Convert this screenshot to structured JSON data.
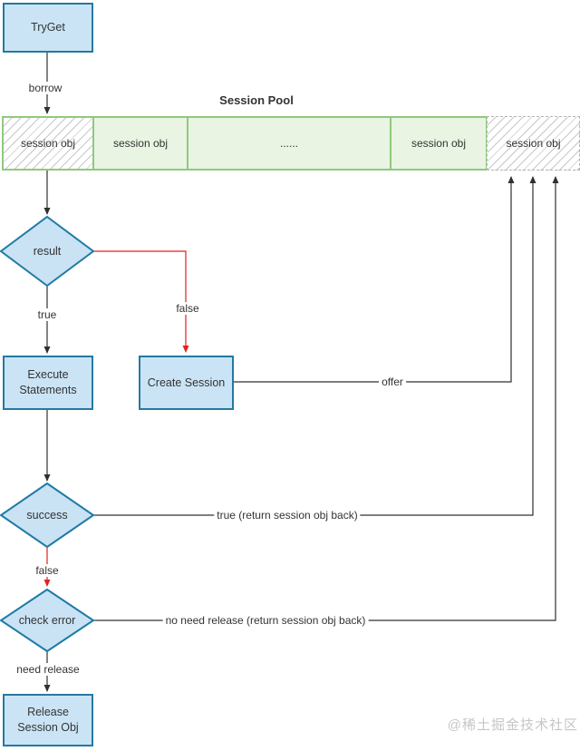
{
  "title": "Session Pool",
  "nodes": {
    "tryget": "TryGet",
    "result": "result",
    "execute": "Execute Statements",
    "create": "Create Session",
    "success": "success",
    "check_error": "check error",
    "release": "Release Session Obj"
  },
  "pool": {
    "cells": [
      {
        "label": "session obj",
        "hatched": true
      },
      {
        "label": "session obj",
        "hatched": false
      },
      {
        "label": "......",
        "hatched": false
      },
      {
        "label": "session obj",
        "hatched": false
      },
      {
        "label": "session obj",
        "hatched": true
      }
    ]
  },
  "edges": {
    "borrow": "borrow",
    "result_true": "true",
    "result_false": "false",
    "offer": "offer",
    "success_true": "true (return session obj back)",
    "success_false": "false",
    "check_no_need": "no need release (return session obj back)",
    "check_need_release": "need release"
  },
  "watermark": "@稀土掘金技术社区",
  "colors": {
    "node_fill": "#cae4f5",
    "node_border": "#2579a0",
    "pool_fill": "#e9f4e3",
    "pool_border": "#8fc97e",
    "line": "#303030",
    "red_arrow": "#e02222",
    "watermark": "#c6c6c6"
  }
}
